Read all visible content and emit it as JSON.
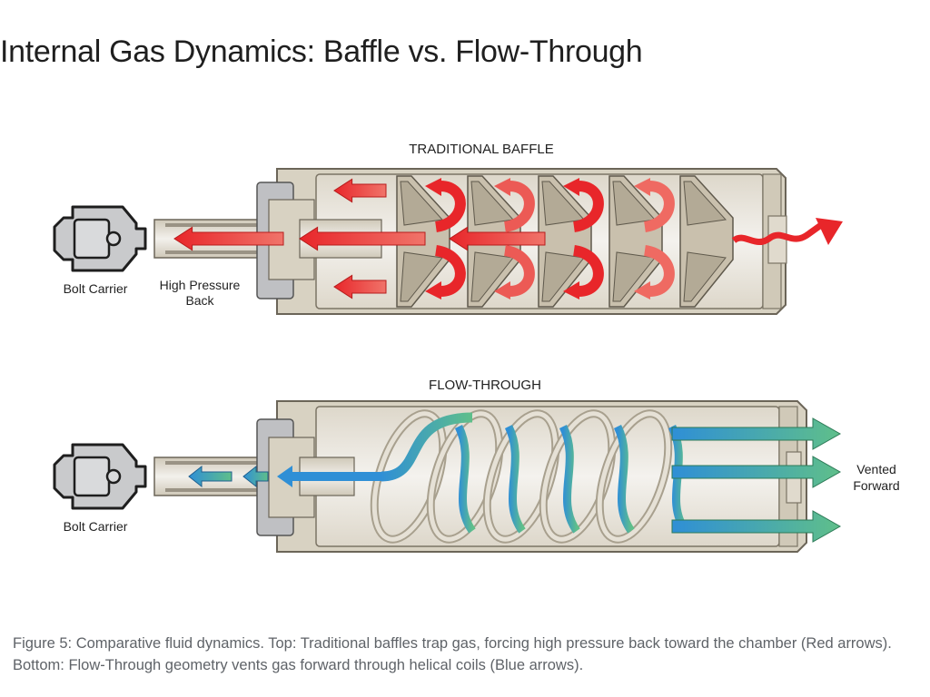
{
  "title": "Internal Gas Dynamics: Baffle vs. Flow-Through",
  "top_panel": {
    "heading": "TRADITIONAL BAFFLE",
    "bolt_label": "Bolt Carrier",
    "pressure_label_line1": "High Pressure",
    "pressure_label_line2": "Back",
    "arrow_color": "#e52b2b",
    "baffle_count": 5
  },
  "bottom_panel": {
    "heading": "FLOW-THROUGH",
    "bolt_label": "Bolt Carrier",
    "vent_label_line1": "Vented",
    "vent_label_line2": "Forward",
    "arrow_color_start": "#2f8fd6",
    "arrow_color_end": "#5fbf8a"
  },
  "colors": {
    "housing": "#d8d2c2",
    "housing_stroke": "#6b6558",
    "interior": "#ece9e1",
    "bolt_fill": "#c9cacc"
  },
  "caption": "Figure 5: Comparative fluid dynamics. Top: Traditional baffles trap gas, forcing high pressure back toward the chamber (Red arrows). Bottom: Flow-Through geometry vents gas forward through helical coils (Blue arrows)."
}
